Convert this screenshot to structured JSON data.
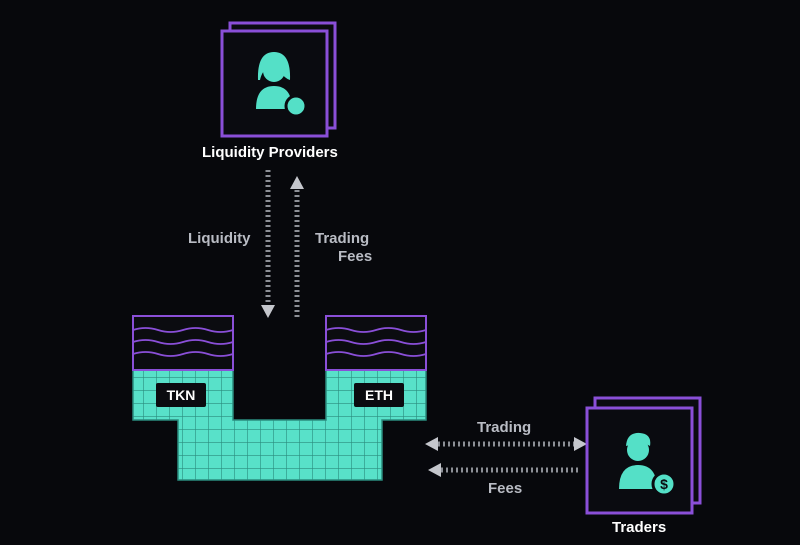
{
  "providers": {
    "label": "Liquidity Providers",
    "icon": "person-coin-icon"
  },
  "traders": {
    "label": "Traders",
    "icon": "person-dollar-icon"
  },
  "flows": {
    "liquidity": "Liquidity",
    "trading_fees_line1": "Trading",
    "trading_fees_line2": "Fees",
    "trading": "Trading",
    "fees": "Fees"
  },
  "pool": {
    "left_token": "TKN",
    "right_token": "ETH"
  },
  "colors": {
    "accent": "#54e0c7",
    "frame": "#8a4fd8",
    "background": "#07080c",
    "arrow": "#8c8f96",
    "grid_line": "#2a8c7e"
  }
}
